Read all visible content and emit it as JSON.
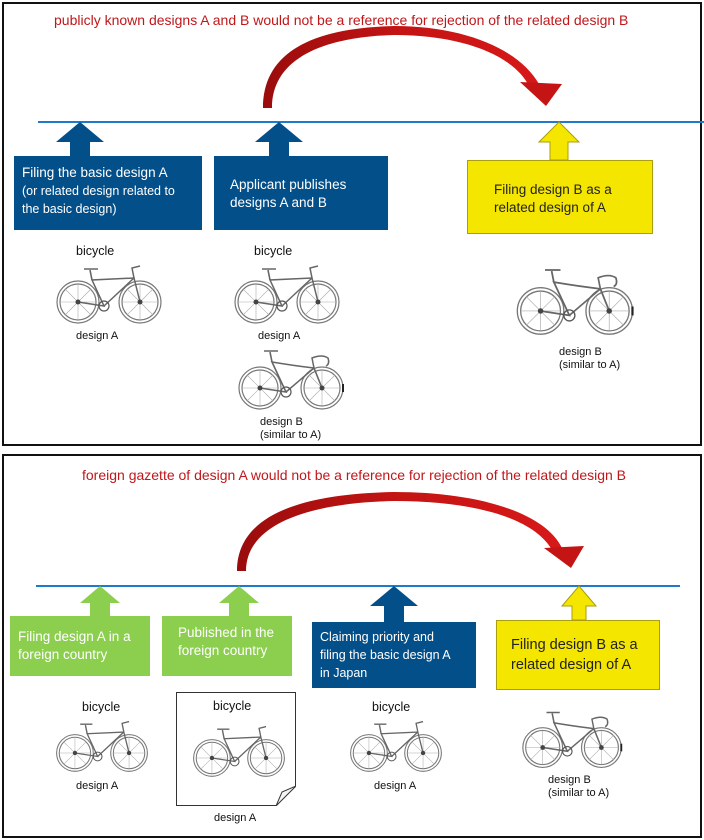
{
  "colors": {
    "title_red": "#c0171b",
    "arc_red": "#b00d0d",
    "timeline_blue": "#1f7acb",
    "box_blue": "#034f89",
    "box_green": "#8ccf4e",
    "box_yellow": "#f5e600"
  },
  "panel1": {
    "title": "publicly known designs A and B would not be a reference for rejection of the related design B",
    "events": [
      {
        "color": "blue",
        "lines": [
          "Filing the basic design A",
          "(or related design related to",
          "the basic design)"
        ]
      },
      {
        "color": "blue",
        "lines": [
          "Applicant publishes",
          "designs A and B"
        ]
      },
      {
        "color": "yellow",
        "lines": [
          "Filing design B as a",
          "related design of A"
        ]
      }
    ],
    "figures": [
      {
        "heading": "bicycle",
        "caption": "design A",
        "icon": "bicycle-a-icon"
      },
      {
        "heading": "bicycle",
        "caption": "design A",
        "icon": "bicycle-a-icon"
      },
      {
        "heading": "",
        "caption": "design B",
        "subcaption": "(similar to A)",
        "icon": "bicycle-b-icon"
      },
      {
        "heading": "",
        "caption": "design B",
        "subcaption": "(similar to A)",
        "icon": "bicycle-b-icon"
      }
    ]
  },
  "panel2": {
    "title": "foreign gazette of design A would not be a reference for rejection of the related design B",
    "events": [
      {
        "color": "green",
        "lines": [
          "Filing design A in a",
          "foreign country"
        ]
      },
      {
        "color": "green",
        "lines": [
          "Published in the",
          "foreign country"
        ]
      },
      {
        "color": "blue",
        "lines": [
          "Claiming priority and",
          "filing the basic  design A",
          "in Japan"
        ]
      },
      {
        "color": "yellow",
        "lines": [
          "Filing design B as a",
          "related design of A"
        ]
      }
    ],
    "figures": [
      {
        "heading": "bicycle",
        "caption": "design A",
        "icon": "bicycle-a-icon"
      },
      {
        "heading": "bicycle",
        "caption": "design A",
        "icon": "gazette-document-icon"
      },
      {
        "heading": "bicycle",
        "caption": "design A",
        "icon": "bicycle-a-icon"
      },
      {
        "heading": "",
        "caption": "design B",
        "subcaption": "(similar to A)",
        "icon": "bicycle-b-icon"
      }
    ]
  }
}
